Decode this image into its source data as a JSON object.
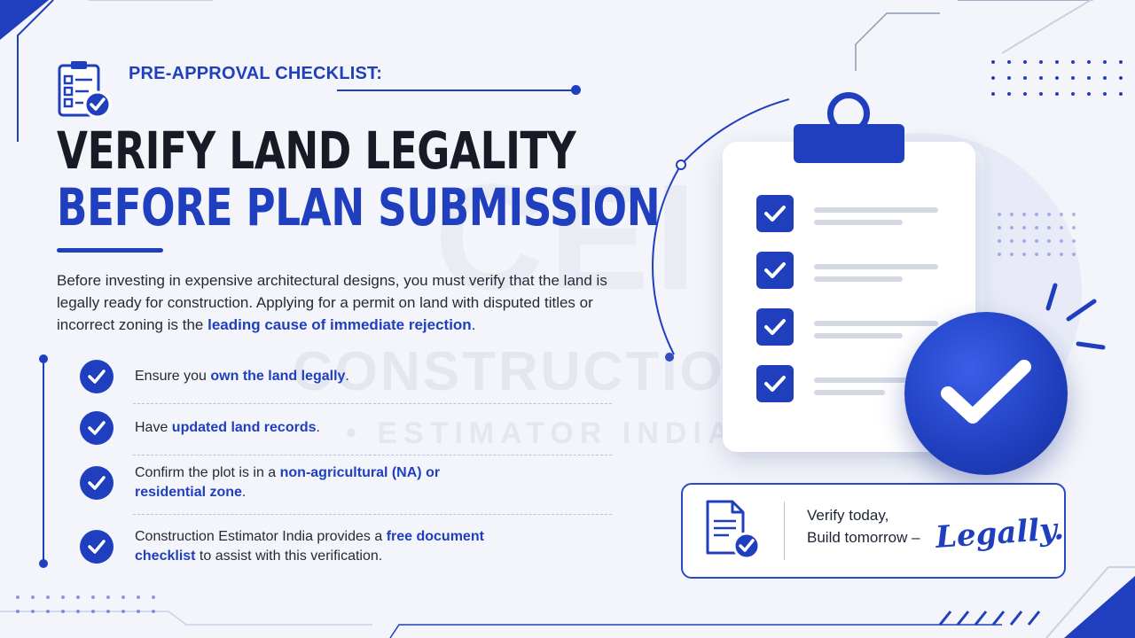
{
  "header": {
    "eyebrow": "PRE-APPROVAL CHECKLIST:",
    "title_line1": "VERIFY LAND LEGALITY",
    "title_line2": "BEFORE PLAN SUBMISSION"
  },
  "intro": {
    "text": "Before investing in expensive architectural designs, you must verify that the land is legally ready for construction. Applying for a permit on land with disputed titles or incorrect zoning is the ",
    "highlight": "leading cause of immediate rejection",
    "end": "."
  },
  "checklist": [
    {
      "pre": "Ensure you ",
      "hl": "own the land legally",
      "post": "."
    },
    {
      "pre": "Have ",
      "hl": "updated land records",
      "post": "."
    },
    {
      "pre": "Confirm the plot is in a ",
      "hl": "non-agricultural (NA) or residential zone",
      "post": "."
    },
    {
      "pre": "Construction Estimator India provides a ",
      "hl": "free document checklist",
      "post": " to assist with this verification."
    }
  ],
  "watermark": {
    "logo": "CEI",
    "line1": "CONSTRUCTION",
    "line2": "• ESTIMATOR INDIA •"
  },
  "cta": {
    "line1": "Verify today,",
    "line2": "Build tomorrow –",
    "script": "Legally."
  },
  "colors": {
    "accent": "#1f3fbf",
    "text": "#1d2433",
    "background": "#f3f5fa"
  },
  "icons": [
    "clipboard-checklist-icon",
    "check-circle-icon",
    "document-check-icon",
    "checkbox-icon",
    "big-check-badge-icon"
  ]
}
